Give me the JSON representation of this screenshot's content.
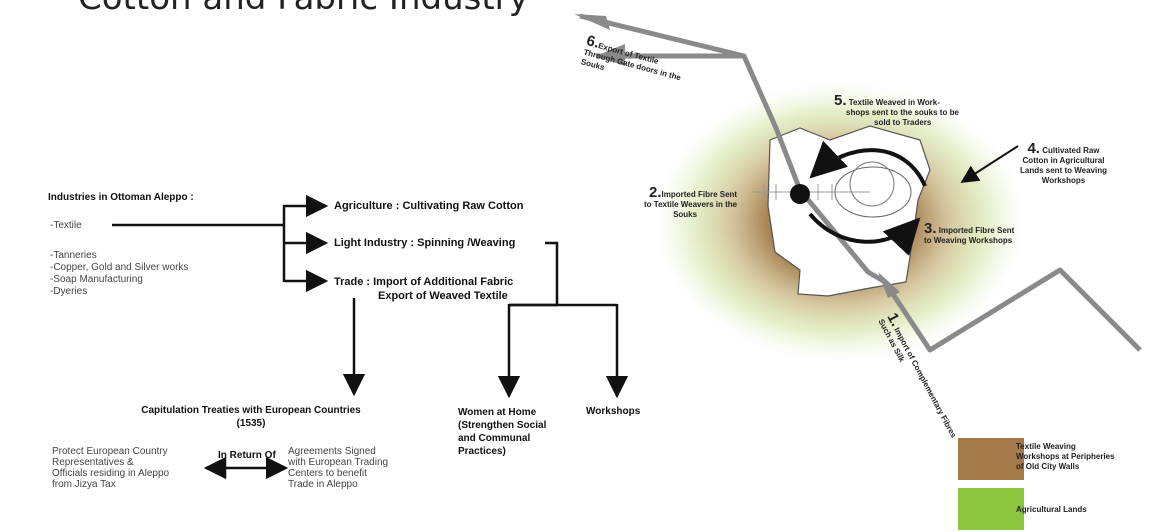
{
  "title": "Cotton and Fabric Industry",
  "industries": {
    "heading": "Industries in Ottoman Aleppo :",
    "textile": "-Textile",
    "others": [
      "-Tanneries",
      "-Copper, Gold and Silver works",
      "-Soap Manufacturing",
      "-Dyeries"
    ]
  },
  "branches": {
    "agriculture": "Agriculture : Cultivating Raw Cotton",
    "light_industry": "Light Industry : Spinning /Weaving",
    "trade_line1": "Trade : Import of Additional Fabric",
    "trade_line2": "Export of Weaved Textile"
  },
  "capitulation": {
    "line1": "Capitulation Treaties with European Countries",
    "line2": "(1535)"
  },
  "outcomes": {
    "women_home": [
      "Women at Home",
      "(Strengthen Social",
      "and Communal",
      "Practices)"
    ],
    "workshops": "Workshops"
  },
  "exchange": {
    "left": [
      "Protect European Country",
      "Representatives &",
      "Officials residing in Aleppo",
      "from Jizya Tax"
    ],
    "middle": "In Return Of",
    "right": [
      "Agreements Signed",
      "with European Trading",
      "Centers to benefit",
      "Trade in Aleppo"
    ]
  },
  "map_steps": {
    "s1": {
      "num": "1.",
      "text": "Import of Complementary Fibres Such as Silk"
    },
    "s2": {
      "num": "2.",
      "text": [
        "Imported Fibre Sent",
        "to Textile Weavers in the",
        "Souks"
      ]
    },
    "s3": {
      "num": "3.",
      "text": [
        "Imported Fibre Sent",
        "to Weaving Workshops"
      ]
    },
    "s4": {
      "num": "4.",
      "text": [
        "Cultivated Raw",
        "Cotton in Agricultural",
        "Lands sent to Weaving",
        "Workshops"
      ]
    },
    "s5": {
      "num": "5.",
      "text": [
        "Textile Weaved in Work-",
        "shops sent to the souks to be",
        "sold to Traders"
      ]
    },
    "s6": {
      "num": "6.",
      "text": [
        "Export of Textile",
        "Through Gate doors in the",
        "Souks"
      ]
    }
  },
  "legend": [
    {
      "label": [
        "Textile Weaving",
        "Workshops at Peripheries",
        "of Old City Walls"
      ],
      "color": "#a57a4a"
    },
    {
      "label": [
        "Agricultural Lands"
      ],
      "color": "#8cc63f"
    }
  ]
}
